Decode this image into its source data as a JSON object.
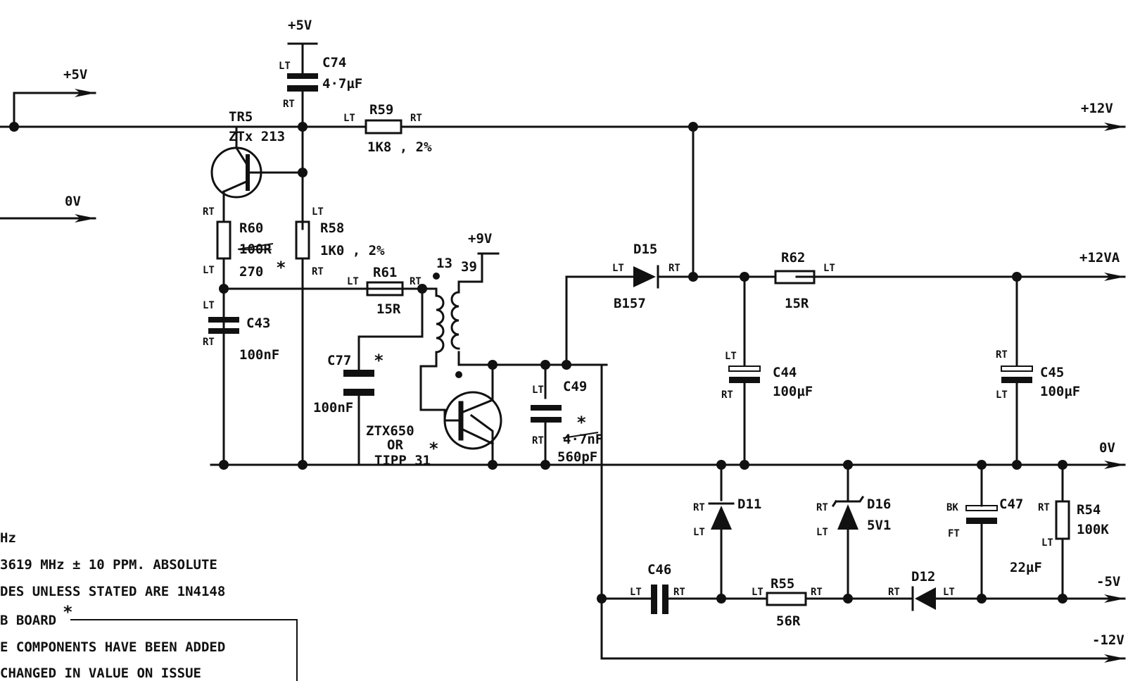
{
  "rails": {
    "in_5v": "+5V",
    "in_0v": "0V",
    "top_5v": "+5V",
    "out_12v": "+12V",
    "out_12va": "+12VA",
    "out_0v": "0V",
    "out_m5v": "-5V",
    "out_m12v": "-12V",
    "supply_9v": "+9V"
  },
  "components": {
    "tr5": {
      "ref": "TR5",
      "type": "ZTx 213"
    },
    "c74": {
      "ref": "C74",
      "value": "4·7µF",
      "p1": "LT",
      "p2": "RT"
    },
    "r59": {
      "ref": "R59",
      "value": "1K8 , 2%",
      "p1": "LT",
      "p2": "RT"
    },
    "r60": {
      "ref": "R60",
      "value_old": "100R",
      "value": "270",
      "p1": "RT",
      "p2": "LT"
    },
    "r58": {
      "ref": "R58",
      "value": "1K0 , 2%",
      "p1": "LT",
      "p2": "RT"
    },
    "r61": {
      "ref": "R61",
      "value": "15R",
      "p1": "LT",
      "p2": "RT"
    },
    "c43": {
      "ref": "C43",
      "value": "100nF",
      "p1": "LT",
      "p2": "RT"
    },
    "c77": {
      "ref": "C77",
      "value": "100nF"
    },
    "transformer": {
      "pin1": "13",
      "pin2": "39"
    },
    "q_sw": {
      "type1": "ZTX650",
      "or": "OR",
      "type2": "TIPP 31"
    },
    "c49": {
      "ref": "C49",
      "value_old": "4·7nF",
      "value": "560pF",
      "p1": "LT",
      "p2": "RT"
    },
    "d15": {
      "ref": "D15",
      "type": "B157",
      "p1": "LT",
      "p2": "RT"
    },
    "r62": {
      "ref": "R62",
      "value": "15R",
      "p2": "LT"
    },
    "c44": {
      "ref": "C44",
      "value": "100µF",
      "p1": "LT",
      "p2": "RT"
    },
    "c45": {
      "ref": "C45",
      "value": "100µF",
      "p1": "RT",
      "p2": "LT"
    },
    "d11": {
      "ref": "D11",
      "p1": "RT",
      "p2": "LT"
    },
    "d16": {
      "ref": "D16",
      "value": "5V1",
      "p1": "RT",
      "p2": "LT"
    },
    "c47": {
      "ref": "C47",
      "value": "22µF",
      "p1": "BK",
      "p2": "FT"
    },
    "r54": {
      "ref": "R54",
      "value": "100K",
      "p1": "RT",
      "p2": "LT"
    },
    "c46": {
      "ref": "C46",
      "p1": "LT",
      "p2": "RT"
    },
    "r55": {
      "ref": "R55",
      "value": "56R",
      "p1": "LT",
      "p2": "RT"
    },
    "d12": {
      "ref": "D12",
      "p1": "RT",
      "p2": "LT"
    }
  },
  "asterisk": "*",
  "notes": {
    "line1": "Hz",
    "line2": "3619 MHz  ± 10 PPM. ABSOLUTE",
    "line3": "DES  UNLESS  STATED  ARE  1N4148",
    "line4": "B BOARD",
    "line5": "E COMPONENTS  HAVE BEEN ADDED",
    "line6": "CHANGED  IN  VALUE  ON  ISSUE"
  }
}
